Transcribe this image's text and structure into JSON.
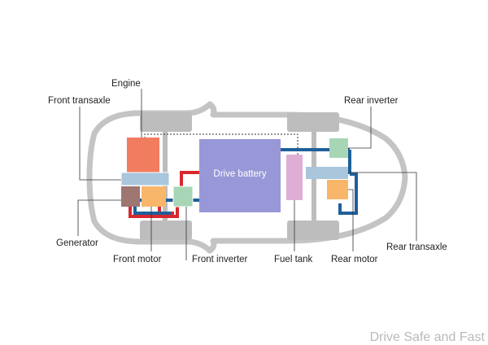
{
  "diagram": {
    "labels": {
      "engine": "Engine",
      "front_transaxle": "Front transaxle",
      "generator": "Generator",
      "front_motor": "Front motor",
      "front_inverter": "Front inverter",
      "drive_battery": "Drive battery",
      "fuel_tank": "Fuel tank",
      "rear_motor": "Rear motor",
      "rear_transaxle": "Rear transaxle",
      "rear_inverter": "Rear inverter"
    },
    "colors": {
      "car_outline": "#c4c4c4",
      "wheel": "#bdbdbd",
      "engine": "#f27c5f",
      "transaxle": "#a9c6dc",
      "generator": "#9e7672",
      "motor": "#f8b66a",
      "inverter": "#a7d6b6",
      "battery": "#9898d8",
      "fuel_tank": "#dfaed6",
      "red_cable": "#d8282e",
      "blue_cable": "#1f5f9a",
      "leader": "#333333"
    }
  },
  "watermark": "Drive Safe and Fast"
}
